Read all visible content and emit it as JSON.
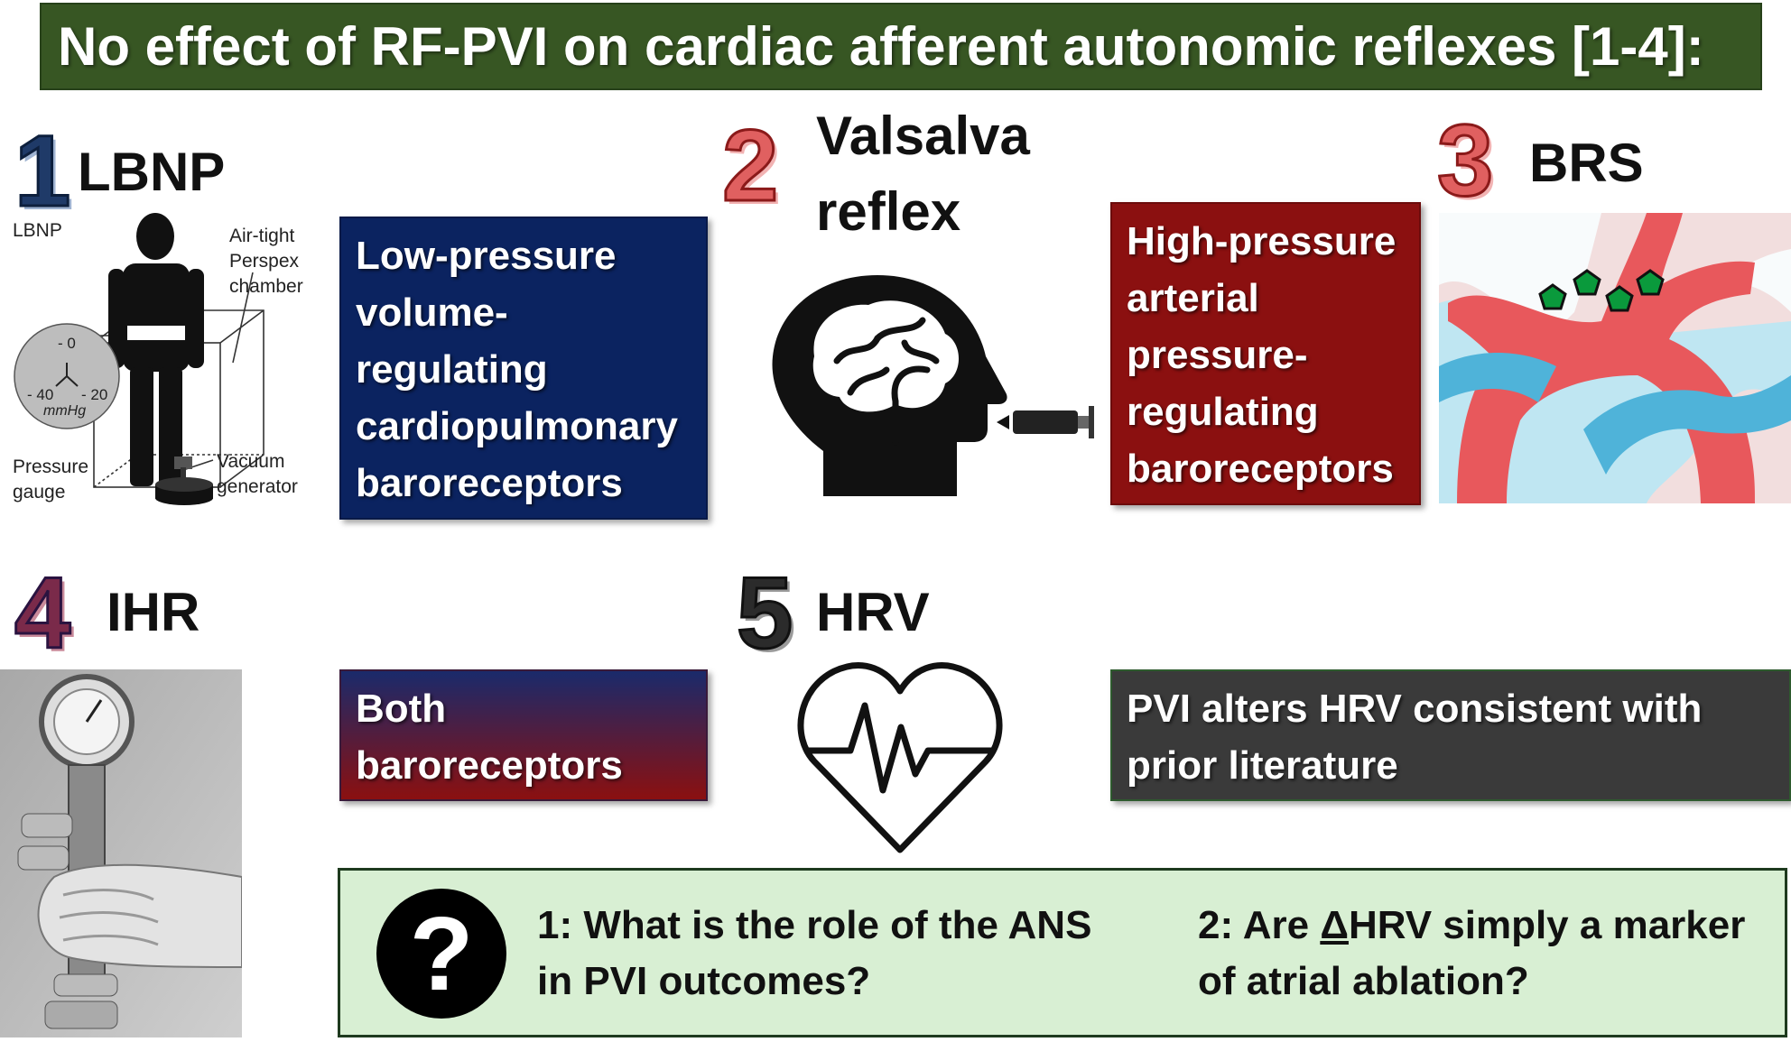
{
  "title": "No effect of RF-PVI on cardiac afferent autonomic reflexes [1-4]:",
  "sections": {
    "s1": {
      "number": "1",
      "heading": "LBNP"
    },
    "s2": {
      "number": "2",
      "heading_line1": "Valsalva",
      "heading_line2": "reflex"
    },
    "s3": {
      "number": "3",
      "heading": "BRS"
    },
    "s4": {
      "number": "4",
      "heading": "IHR"
    },
    "s5": {
      "number": "5",
      "heading": "HRV"
    }
  },
  "lbnp_diagram": {
    "label_lbnp": "LBNP",
    "chamber_line1": "Air-tight",
    "chamber_line2": "Perspex",
    "chamber_line3": "chamber",
    "gauge_0": "- 0",
    "gauge_40": "- 40",
    "gauge_20": "- 20",
    "gauge_unit": "mmHg",
    "pressure_line1": "Pressure",
    "pressure_line2": "gauge",
    "vacuum_line1": "Vacuum",
    "vacuum_line2": "generator"
  },
  "boxes": {
    "low_pressure": [
      "Low-pressure",
      "volume-",
      "regulating",
      "cardiopulmonary",
      "baroreceptors"
    ],
    "high_pressure": [
      "High-pressure",
      "arterial",
      "pressure-",
      "regulating",
      "baroreceptors"
    ],
    "both": [
      "Both",
      "baroreceptors"
    ],
    "hrv_note": [
      "PVI alters HRV consistent with",
      "prior literature"
    ]
  },
  "questions": {
    "icon": "?",
    "q1": [
      "1: What is the role of the ANS",
      "in PVI outcomes?"
    ],
    "q2_prefix": "2: Are ",
    "q2_delta": "Δ",
    "q2_rest": "HRV simply a marker",
    "q2_line2": "of atrial ablation?"
  },
  "colors": {
    "title_bg": "#375623",
    "low_box": "#0b2360",
    "high_box": "#8b1010",
    "hrv_box": "#3a3a3a",
    "question_panel": "#d8efd3",
    "num_blue": "#1f3a68",
    "num_red": "#c0392b",
    "num_dark": "#2b2b2b"
  }
}
